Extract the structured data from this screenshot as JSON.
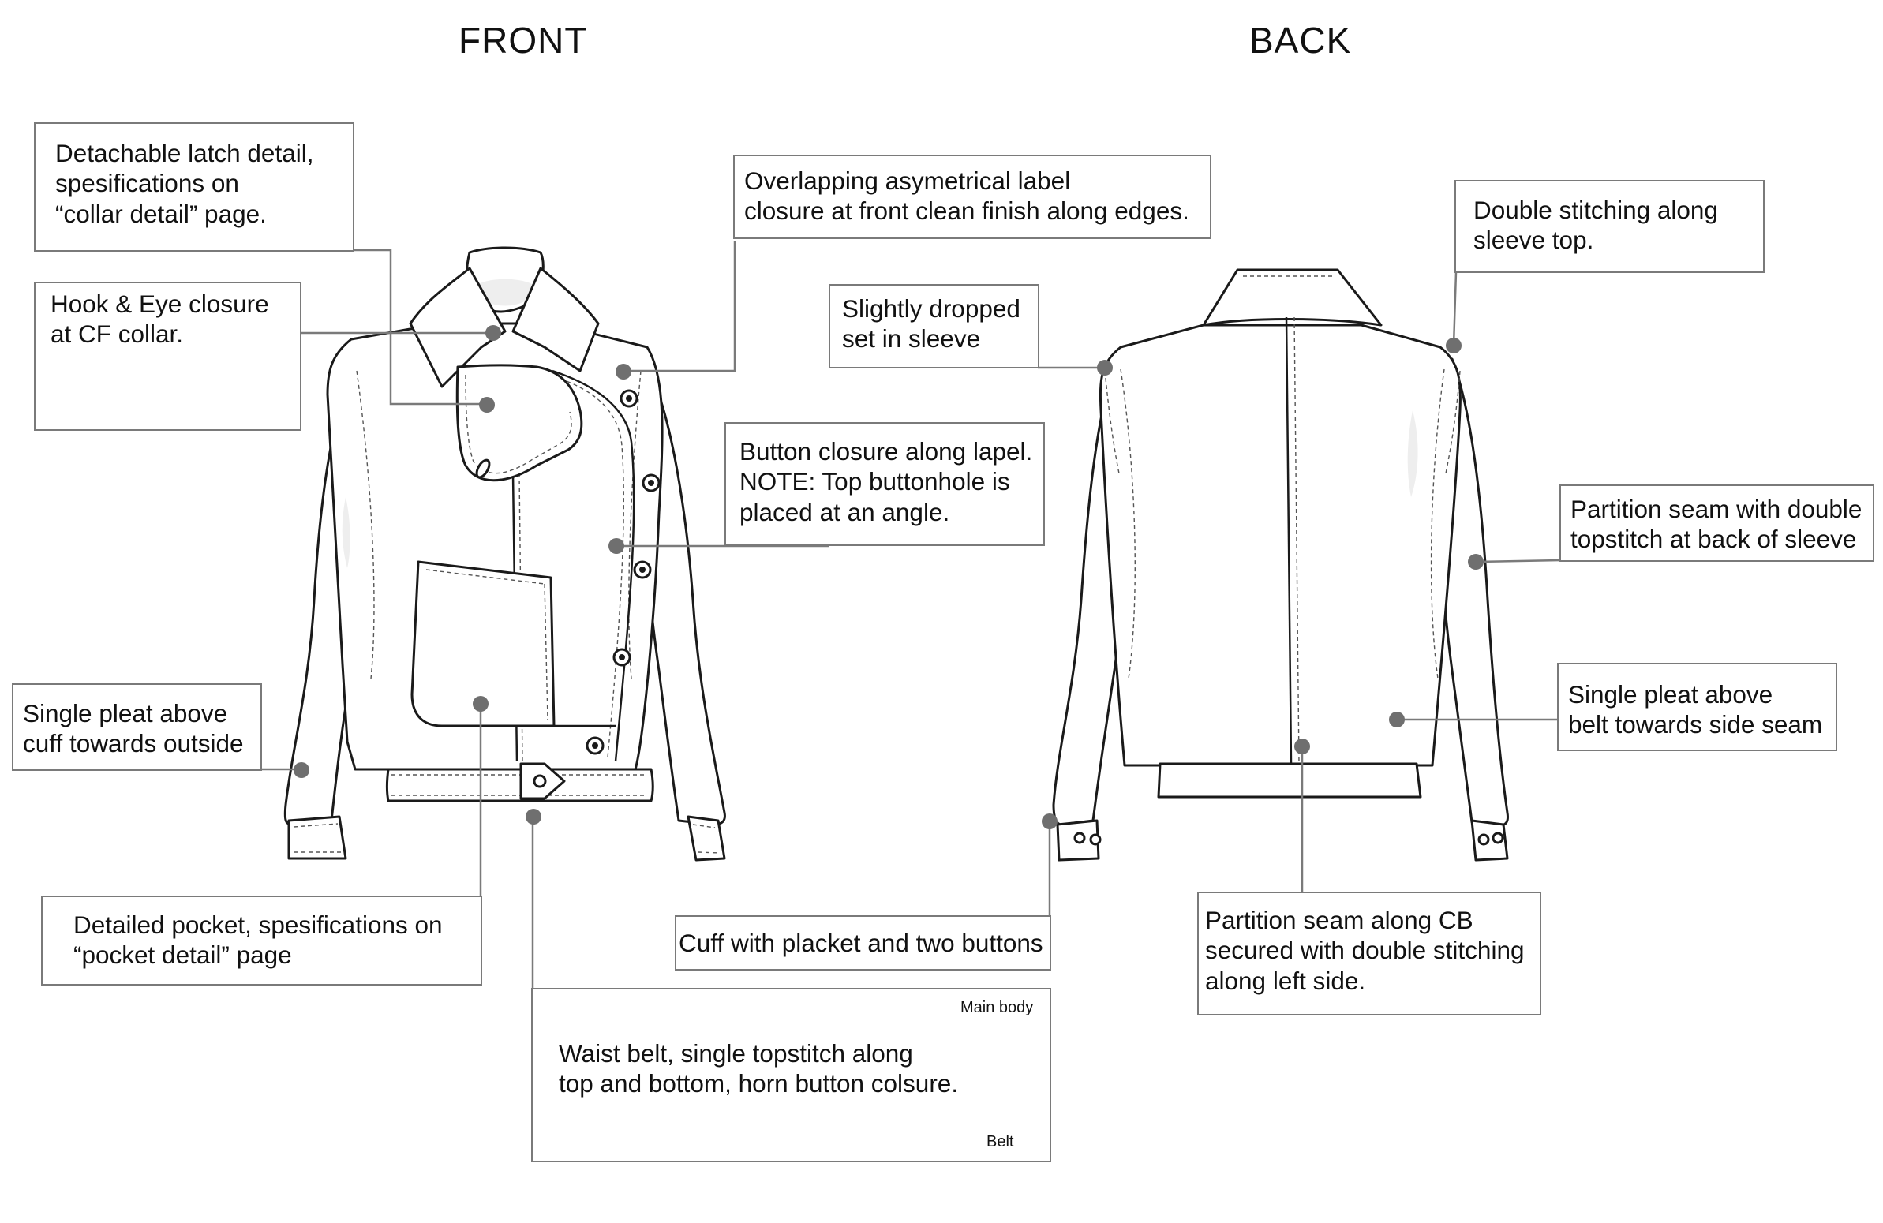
{
  "views": {
    "front": "FRONT",
    "back": "BACK"
  },
  "annotations": {
    "latch": "Detachable latch detail,\nspesifications on\n“collar detail” page.",
    "hook": "Hook & Eye closure\nat CF collar.",
    "overlap": "Overlapping asymetrical label\nclosure at front clean finish along edges.",
    "button": "Button closure along lapel.\nNOTE: Top buttonhole is\nplaced at an angle.",
    "pleat_cuff": "Single pleat above\ncuff towards outside",
    "pocket": "Detailed pocket, spesifications on\n“pocket detail” page",
    "belt": "Waist belt, single topstitch along\ntop and bottom, horn button colsure.",
    "belt_main": "Main body",
    "belt_belt": "Belt",
    "dropped": "Slightly dropped\nset in sleeve",
    "double": "Double stitching along\nsleeve top.",
    "partition_sleeve": "Partition seam with double\ntopstitch at back of sleeve",
    "pleat_belt": "Single pleat above\nbelt towards side seam",
    "cuff": "Cuff with placket and two buttons",
    "cb": "Partition seam along CB\nsecured with double stitching\nalong left side."
  },
  "colors": {
    "stroke": "#1a1a1a",
    "callout": "#7a7a7a",
    "dot": "#6f6f6f",
    "accent": "#c0392b"
  }
}
